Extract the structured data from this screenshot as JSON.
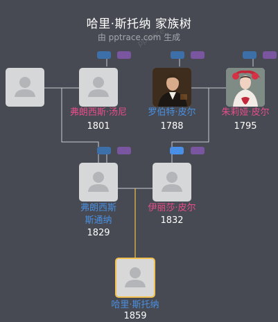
{
  "header": {
    "title": "哈里·斯托纳 家族树",
    "subtitle": "由 pptrace.com 生成",
    "watermark": "pptrace"
  },
  "people": {
    "gf_parent": {
      "name": "",
      "year": ""
    },
    "francis_tony": {
      "name": "弗朗西斯·汤尼",
      "year": "1801"
    },
    "robert_pierre": {
      "name": "罗伯特·皮尔",
      "year": "1788"
    },
    "julia_pierre": {
      "name": "朱莉娅·皮尔",
      "year": "1795"
    },
    "francis_stona": {
      "name_line1": "弗朗西斯",
      "name_line2": "斯通纳",
      "year": "1829"
    },
    "elisa_pierre": {
      "name": "伊丽莎·皮尔",
      "year": "1832"
    },
    "harry_stona": {
      "name": "哈里·斯托纳",
      "year": "1859"
    }
  },
  "colors": {
    "background": "#474a52",
    "male_name": "#4a90e2",
    "female_name": "#e94d8b",
    "focus_border": "#f2c14e",
    "line": "#c9ccd1",
    "focus_line": "#e6b64a",
    "toggle_blue": "#3d6fa8",
    "toggle_purple": "#7b56a0"
  }
}
